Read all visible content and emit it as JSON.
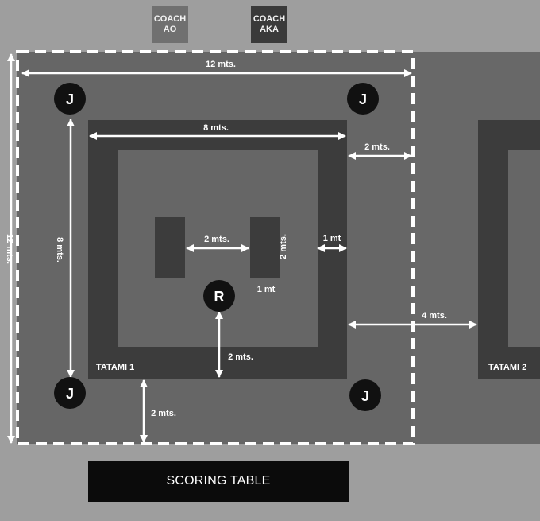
{
  "colors": {
    "background": "#9e9e9e",
    "area": "#666666",
    "tatami_border": "#3c3c3c",
    "tatami_inner": "#666666",
    "coach_ao": "#707070",
    "coach_aka": "#3a3a3a",
    "judge_circle": "#111111",
    "arrows": "#ffffff",
    "safety_line": "#ffffff",
    "scoring_table": "#0b0b0b"
  },
  "coaches": {
    "ao_line1": "COACH",
    "ao_line2": "AO",
    "aka_line1": "COACH",
    "aka_line2": "AKA"
  },
  "officials": {
    "judge": "J",
    "referee": "R"
  },
  "tatamis": {
    "tatami1": "TATAMI 1",
    "tatami2": "TATAMI 2"
  },
  "dimensions": {
    "area_width": "12 mts.",
    "area_height": "12 mts.",
    "mat_width": "8 mts.",
    "mat_height": "8 mts.",
    "safety_side": "2 mts.",
    "safety_bottom": "2 mts.",
    "between_competitors": "2 mts.",
    "competitor_line_length": "2 mts.",
    "competitor_line_width": "1 mt",
    "border_width": "1 mt",
    "referee_distance": "2 mts.",
    "between_tatamis": "4 mts."
  },
  "scoring_table": "SCORING TABLE"
}
